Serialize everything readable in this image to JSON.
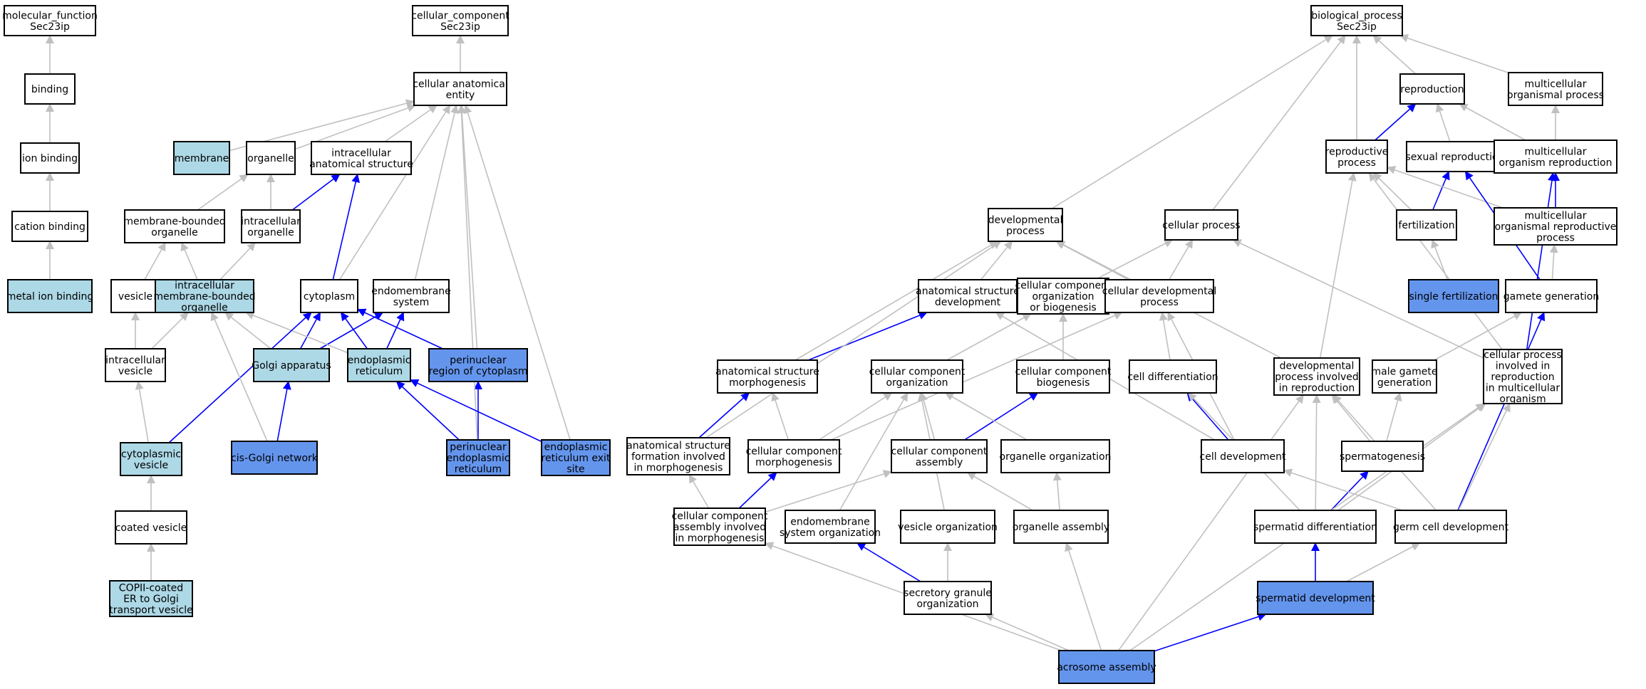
{
  "colors": {
    "plain": "#ffffff",
    "light": "#add8e6",
    "dark": "#6495ed",
    "grey_edge": "#c0c0c0",
    "blue_edge": "#0000ff"
  },
  "nodes": [
    {
      "id": "mf",
      "lines": [
        "molecular_function",
        "Sec23ip"
      ],
      "fill": "plain"
    },
    {
      "id": "binding",
      "lines": [
        "binding"
      ],
      "fill": "plain"
    },
    {
      "id": "ionb",
      "lines": [
        "ion binding"
      ],
      "fill": "plain"
    },
    {
      "id": "cationb",
      "lines": [
        "cation binding"
      ],
      "fill": "plain"
    },
    {
      "id": "metalb",
      "lines": [
        "metal ion binding"
      ],
      "fill": "light"
    },
    {
      "id": "cc",
      "lines": [
        "cellular_component",
        "Sec23ip"
      ],
      "fill": "plain"
    },
    {
      "id": "cae",
      "lines": [
        "cellular anatomical",
        "entity"
      ],
      "fill": "plain"
    },
    {
      "id": "membrane",
      "lines": [
        "membrane"
      ],
      "fill": "light"
    },
    {
      "id": "organelle",
      "lines": [
        "organelle"
      ],
      "fill": "plain"
    },
    {
      "id": "ias",
      "lines": [
        "intracellular",
        "anatomical structure"
      ],
      "fill": "plain"
    },
    {
      "id": "mbo",
      "lines": [
        "membrane-bounded",
        "organelle"
      ],
      "fill": "plain"
    },
    {
      "id": "io",
      "lines": [
        "intracellular",
        "organelle"
      ],
      "fill": "plain"
    },
    {
      "id": "vesicle",
      "lines": [
        "vesicle"
      ],
      "fill": "plain"
    },
    {
      "id": "imbo",
      "lines": [
        "intracellular",
        "membrane-bounded",
        "organelle"
      ],
      "fill": "light"
    },
    {
      "id": "cytoplasm",
      "lines": [
        "cytoplasm"
      ],
      "fill": "plain"
    },
    {
      "id": "endomem",
      "lines": [
        "endomembrane",
        "system"
      ],
      "fill": "plain"
    },
    {
      "id": "iv",
      "lines": [
        "intracellular",
        "vesicle"
      ],
      "fill": "plain"
    },
    {
      "id": "golgi",
      "lines": [
        "Golgi apparatus"
      ],
      "fill": "light"
    },
    {
      "id": "er",
      "lines": [
        "endoplasmic",
        "reticulum"
      ],
      "fill": "light"
    },
    {
      "id": "pnc",
      "lines": [
        "perinuclear",
        "region of cytoplasm"
      ],
      "fill": "dark"
    },
    {
      "id": "cytves",
      "lines": [
        "cytoplasmic",
        "vesicle"
      ],
      "fill": "light"
    },
    {
      "id": "cisgolgi",
      "lines": [
        "cis-Golgi network"
      ],
      "fill": "dark"
    },
    {
      "id": "pner",
      "lines": [
        "perinuclear",
        "endoplasmic",
        "reticulum"
      ],
      "fill": "dark"
    },
    {
      "id": "eres",
      "lines": [
        "endoplasmic",
        "reticulum exit",
        "site"
      ],
      "fill": "dark"
    },
    {
      "id": "coated",
      "lines": [
        "coated vesicle"
      ],
      "fill": "plain"
    },
    {
      "id": "copii",
      "lines": [
        "COPII-coated",
        "ER to Golgi",
        "transport vesicle"
      ],
      "fill": "light"
    },
    {
      "id": "bp",
      "lines": [
        "biological_process",
        "Sec23ip"
      ],
      "fill": "plain"
    },
    {
      "id": "repro",
      "lines": [
        "reproduction"
      ],
      "fill": "plain"
    },
    {
      "id": "mop",
      "lines": [
        "multicellular",
        "organismal process"
      ],
      "fill": "plain"
    },
    {
      "id": "rp",
      "lines": [
        "reproductive",
        "process"
      ],
      "fill": "plain"
    },
    {
      "id": "sexrep",
      "lines": [
        "sexual reproduction"
      ],
      "fill": "plain"
    },
    {
      "id": "mor",
      "lines": [
        "multicellular",
        "organism reproduction"
      ],
      "fill": "plain"
    },
    {
      "id": "devp",
      "lines": [
        "developmental",
        "process"
      ],
      "fill": "plain"
    },
    {
      "id": "cellp",
      "lines": [
        "cellular process"
      ],
      "fill": "plain"
    },
    {
      "id": "fert",
      "lines": [
        "fertilization"
      ],
      "fill": "plain"
    },
    {
      "id": "morp",
      "lines": [
        "multicellular",
        "organismal reproductive",
        "process"
      ],
      "fill": "plain"
    },
    {
      "id": "asd",
      "lines": [
        "anatomical structure",
        "development"
      ],
      "fill": "plain"
    },
    {
      "id": "ccob",
      "lines": [
        "cellular component",
        "organization",
        "or biogenesis"
      ],
      "fill": "plain"
    },
    {
      "id": "cdp",
      "lines": [
        "cellular developmental",
        "process"
      ],
      "fill": "plain"
    },
    {
      "id": "singlefert",
      "lines": [
        "single fertilization"
      ],
      "fill": "dark"
    },
    {
      "id": "gamgen",
      "lines": [
        "gamete generation"
      ],
      "fill": "plain"
    },
    {
      "id": "asm",
      "lines": [
        "anatomical structure",
        "morphogenesis"
      ],
      "fill": "plain"
    },
    {
      "id": "cco",
      "lines": [
        "cellular component",
        "organization"
      ],
      "fill": "plain"
    },
    {
      "id": "ccb",
      "lines": [
        "cellular component",
        "biogenesis"
      ],
      "fill": "plain"
    },
    {
      "id": "celldiff",
      "lines": [
        "cell differentiation"
      ],
      "fill": "plain"
    },
    {
      "id": "dpir",
      "lines": [
        "developmental",
        "process involved",
        "in reproduction"
      ],
      "fill": "plain"
    },
    {
      "id": "mgg",
      "lines": [
        "male gamete",
        "generation"
      ],
      "fill": "plain"
    },
    {
      "id": "cpir",
      "lines": [
        "cellular process",
        "involved in",
        "reproduction",
        "in multicellular",
        "organism"
      ],
      "fill": "plain"
    },
    {
      "id": "asfm",
      "lines": [
        "anatomical structure",
        "formation involved",
        "in morphogenesis"
      ],
      "fill": "plain"
    },
    {
      "id": "ccm",
      "lines": [
        "cellular component",
        "morphogenesis"
      ],
      "fill": "plain"
    },
    {
      "id": "cca",
      "lines": [
        "cellular component",
        "assembly"
      ],
      "fill": "plain"
    },
    {
      "id": "orgorg",
      "lines": [
        "organelle organization"
      ],
      "fill": "plain"
    },
    {
      "id": "celldev",
      "lines": [
        "cell development"
      ],
      "fill": "plain"
    },
    {
      "id": "sperm",
      "lines": [
        "spermatogenesis"
      ],
      "fill": "plain"
    },
    {
      "id": "ccaim",
      "lines": [
        "cellular component",
        "assembly involved",
        "in morphogenesis"
      ],
      "fill": "plain"
    },
    {
      "id": "eso",
      "lines": [
        "endomembrane",
        "system organization"
      ],
      "fill": "plain"
    },
    {
      "id": "vo",
      "lines": [
        "vesicle organization"
      ],
      "fill": "plain"
    },
    {
      "id": "oa",
      "lines": [
        "organelle assembly"
      ],
      "fill": "plain"
    },
    {
      "id": "spdiff",
      "lines": [
        "spermatid differentiation"
      ],
      "fill": "plain"
    },
    {
      "id": "gcd",
      "lines": [
        "germ cell development"
      ],
      "fill": "plain"
    },
    {
      "id": "sgo",
      "lines": [
        "secretory granule",
        "organization"
      ],
      "fill": "plain"
    },
    {
      "id": "spdev",
      "lines": [
        "spermatid development"
      ],
      "fill": "dark"
    },
    {
      "id": "acro",
      "lines": [
        "acrosome assembly"
      ],
      "fill": "dark"
    }
  ],
  "edges": [
    {
      "from": "binding",
      "to": "mf",
      "kind": "grey"
    },
    {
      "from": "ionb",
      "to": "binding",
      "kind": "grey"
    },
    {
      "from": "cationb",
      "to": "ionb",
      "kind": "grey"
    },
    {
      "from": "metalb",
      "to": "cationb",
      "kind": "grey"
    },
    {
      "from": "cae",
      "to": "cc",
      "kind": "grey"
    },
    {
      "from": "membrane",
      "to": "cae",
      "kind": "grey"
    },
    {
      "from": "organelle",
      "to": "cae",
      "kind": "grey"
    },
    {
      "from": "ias",
      "to": "cae",
      "kind": "grey"
    },
    {
      "from": "mbo",
      "to": "organelle",
      "kind": "grey"
    },
    {
      "from": "io",
      "to": "organelle",
      "kind": "grey"
    },
    {
      "from": "io",
      "to": "ias",
      "kind": "blue"
    },
    {
      "from": "vesicle",
      "to": "mbo",
      "kind": "grey"
    },
    {
      "from": "imbo",
      "to": "mbo",
      "kind": "grey"
    },
    {
      "from": "imbo",
      "to": "io",
      "kind": "grey"
    },
    {
      "from": "cytoplasm",
      "to": "ias",
      "kind": "blue"
    },
    {
      "from": "cytoplasm",
      "to": "cae",
      "kind": "grey"
    },
    {
      "from": "endomem",
      "to": "cae",
      "kind": "grey"
    },
    {
      "from": "iv",
      "to": "vesicle",
      "kind": "grey"
    },
    {
      "from": "iv",
      "to": "imbo",
      "kind": "grey"
    },
    {
      "from": "golgi",
      "to": "imbo",
      "kind": "grey"
    },
    {
      "from": "golgi",
      "to": "cytoplasm",
      "kind": "blue"
    },
    {
      "from": "golgi",
      "to": "endomem",
      "kind": "blue"
    },
    {
      "from": "er",
      "to": "imbo",
      "kind": "grey"
    },
    {
      "from": "er",
      "to": "cytoplasm",
      "kind": "blue"
    },
    {
      "from": "er",
      "to": "endomem",
      "kind": "blue"
    },
    {
      "from": "pnc",
      "to": "cytoplasm",
      "kind": "blue"
    },
    {
      "from": "pnc",
      "to": "cae",
      "kind": "grey"
    },
    {
      "from": "cytves",
      "to": "iv",
      "kind": "grey"
    },
    {
      "from": "cytves",
      "to": "cytoplasm",
      "kind": "blue"
    },
    {
      "from": "cisgolgi",
      "to": "golgi",
      "kind": "blue"
    },
    {
      "from": "cisgolgi",
      "to": "imbo",
      "kind": "grey"
    },
    {
      "from": "pner",
      "to": "er",
      "kind": "blue"
    },
    {
      "from": "pner",
      "to": "pnc",
      "kind": "blue"
    },
    {
      "from": "pner",
      "to": "cae",
      "kind": "grey"
    },
    {
      "from": "eres",
      "to": "er",
      "kind": "blue"
    },
    {
      "from": "eres",
      "to": "cae",
      "kind": "grey"
    },
    {
      "from": "coated",
      "to": "cytves",
      "kind": "grey"
    },
    {
      "from": "copii",
      "to": "coated",
      "kind": "grey"
    },
    {
      "from": "repro",
      "to": "bp",
      "kind": "grey"
    },
    {
      "from": "mop",
      "to": "bp",
      "kind": "grey"
    },
    {
      "from": "rp",
      "to": "bp",
      "kind": "grey"
    },
    {
      "from": "rp",
      "to": "repro",
      "kind": "blue"
    },
    {
      "from": "sexrep",
      "to": "repro",
      "kind": "grey"
    },
    {
      "from": "mor",
      "to": "repro",
      "kind": "grey"
    },
    {
      "from": "mor",
      "to": "mop",
      "kind": "grey"
    },
    {
      "from": "devp",
      "to": "bp",
      "kind": "grey"
    },
    {
      "from": "cellp",
      "to": "bp",
      "kind": "grey"
    },
    {
      "from": "fert",
      "to": "rp",
      "kind": "grey"
    },
    {
      "from": "fert",
      "to": "sexrep",
      "kind": "blue"
    },
    {
      "from": "morp",
      "to": "rp",
      "kind": "grey"
    },
    {
      "from": "morp",
      "to": "mor",
      "kind": "blue"
    },
    {
      "from": "asd",
      "to": "devp",
      "kind": "grey"
    },
    {
      "from": "ccob",
      "to": "cellp",
      "kind": "grey"
    },
    {
      "from": "cdp",
      "to": "cellp",
      "kind": "grey"
    },
    {
      "from": "cdp",
      "to": "devp",
      "kind": "grey"
    },
    {
      "from": "singlefert",
      "to": "fert",
      "kind": "grey"
    },
    {
      "from": "gamgen",
      "to": "morp",
      "kind": "grey"
    },
    {
      "from": "gamgen",
      "to": "sexrep",
      "kind": "blue"
    },
    {
      "from": "asm",
      "to": "asd",
      "kind": "blue"
    },
    {
      "from": "asm",
      "to": "devp",
      "kind": "grey"
    },
    {
      "from": "cco",
      "to": "ccob",
      "kind": "grey"
    },
    {
      "from": "ccb",
      "to": "ccob",
      "kind": "grey"
    },
    {
      "from": "celldiff",
      "to": "cdp",
      "kind": "grey"
    },
    {
      "from": "dpir",
      "to": "rp",
      "kind": "grey"
    },
    {
      "from": "dpir",
      "to": "devp",
      "kind": "grey"
    },
    {
      "from": "mgg",
      "to": "gamgen",
      "kind": "grey"
    },
    {
      "from": "cpir",
      "to": "rp",
      "kind": "grey"
    },
    {
      "from": "cpir",
      "to": "mor",
      "kind": "blue"
    },
    {
      "from": "cpir",
      "to": "cellp",
      "kind": "grey"
    },
    {
      "from": "asfm",
      "to": "asm",
      "kind": "blue"
    },
    {
      "from": "asfm",
      "to": "devp",
      "kind": "grey"
    },
    {
      "from": "ccm",
      "to": "asm",
      "kind": "grey"
    },
    {
      "from": "ccm",
      "to": "cco",
      "kind": "grey"
    },
    {
      "from": "ccm",
      "to": "cdp",
      "kind": "grey"
    },
    {
      "from": "cca",
      "to": "cco",
      "kind": "grey"
    },
    {
      "from": "cca",
      "to": "ccb",
      "kind": "blue"
    },
    {
      "from": "orgorg",
      "to": "cco",
      "kind": "grey"
    },
    {
      "from": "celldev",
      "to": "celldiff",
      "kind": "blue"
    },
    {
      "from": "celldev",
      "to": "asd",
      "kind": "grey"
    },
    {
      "from": "celldev",
      "to": "cdp",
      "kind": "grey"
    },
    {
      "from": "sperm",
      "to": "dpir",
      "kind": "grey"
    },
    {
      "from": "sperm",
      "to": "mgg",
      "kind": "grey"
    },
    {
      "from": "ccaim",
      "to": "asfm",
      "kind": "grey"
    },
    {
      "from": "ccaim",
      "to": "ccm",
      "kind": "blue"
    },
    {
      "from": "ccaim",
      "to": "cca",
      "kind": "grey"
    },
    {
      "from": "eso",
      "to": "cco",
      "kind": "grey"
    },
    {
      "from": "vo",
      "to": "cco",
      "kind": "grey"
    },
    {
      "from": "oa",
      "to": "orgorg",
      "kind": "grey"
    },
    {
      "from": "oa",
      "to": "cca",
      "kind": "grey"
    },
    {
      "from": "spdiff",
      "to": "sperm",
      "kind": "blue"
    },
    {
      "from": "spdiff",
      "to": "celldiff",
      "kind": "grey"
    },
    {
      "from": "spdiff",
      "to": "dpir",
      "kind": "grey"
    },
    {
      "from": "spdiff",
      "to": "cpir",
      "kind": "grey"
    },
    {
      "from": "gcd",
      "to": "gamgen",
      "kind": "blue"
    },
    {
      "from": "gcd",
      "to": "celldev",
      "kind": "grey"
    },
    {
      "from": "gcd",
      "to": "dpir",
      "kind": "grey"
    },
    {
      "from": "gcd",
      "to": "cpir",
      "kind": "grey"
    },
    {
      "from": "sgo",
      "to": "eso",
      "kind": "blue"
    },
    {
      "from": "sgo",
      "to": "vo",
      "kind": "grey"
    },
    {
      "from": "spdev",
      "to": "spdiff",
      "kind": "blue"
    },
    {
      "from": "spdev",
      "to": "gcd",
      "kind": "grey"
    },
    {
      "from": "acro",
      "to": "spdev",
      "kind": "blue"
    },
    {
      "from": "acro",
      "to": "oa",
      "kind": "grey"
    },
    {
      "from": "acro",
      "to": "sgo",
      "kind": "grey"
    },
    {
      "from": "acro",
      "to": "ccaim",
      "kind": "grey"
    },
    {
      "from": "acro",
      "to": "dpir",
      "kind": "grey"
    },
    {
      "from": "acro",
      "to": "cpir",
      "kind": "grey"
    }
  ]
}
